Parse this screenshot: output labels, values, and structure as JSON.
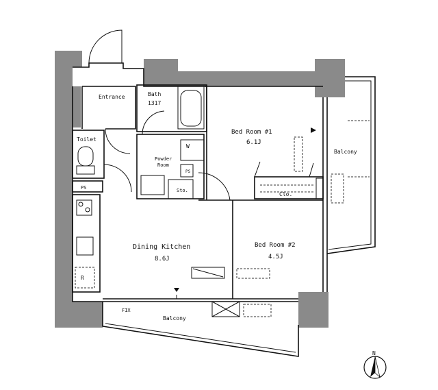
{
  "rooms": {
    "entrance": "Entrance",
    "bath": "Bath",
    "bath_size": "1317",
    "toilet": "Toilet",
    "powder_room": "Powder\nRoom",
    "ps_1": "PS",
    "ps_2": "PS",
    "wm": "W",
    "storage": "Sto.",
    "bedroom_1": "Bed Room #1",
    "bedroom_1_size": "6.1J",
    "closet": "Clo.",
    "bedroom_2": "Bed Room #2",
    "bedroom_2_size": "4.5J",
    "dining_kitchen": "Dining Kitchen",
    "dining_kitchen_size": "8.6J",
    "refrigerator": "R",
    "balcony_east": "Balcony",
    "balcony_south": "Balcony",
    "fix": "FIX"
  },
  "compass": {
    "north": "N"
  },
  "colors": {
    "wall": "#8a8a8a",
    "line": "#111111",
    "background": "#ffffff"
  }
}
